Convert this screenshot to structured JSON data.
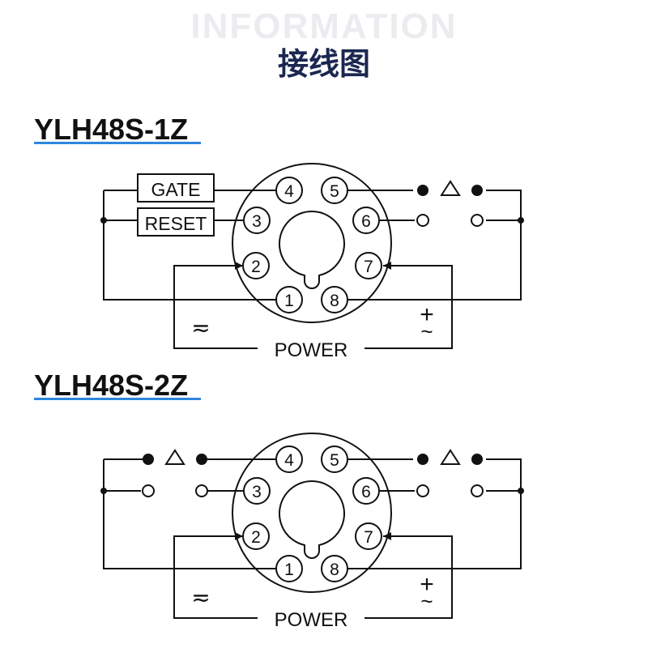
{
  "header": {
    "watermark": "INFORMATION",
    "title": "接线图"
  },
  "diagrams": [
    {
      "model": "YLH48S-1Z",
      "gate_label": "GATE",
      "reset_label": "RESET",
      "power_label": "POWER",
      "neg_symbol": "≂",
      "pos_symbol": "+",
      "pos_sub_symbol": "~",
      "pins": [
        "1",
        "2",
        "3",
        "4",
        "5",
        "6",
        "7",
        "8"
      ]
    },
    {
      "model": "YLH48S-2Z",
      "power_label": "POWER",
      "neg_symbol": "≂",
      "pos_symbol": "+",
      "pos_sub_symbol": "~",
      "pins": [
        "1",
        "2",
        "3",
        "4",
        "5",
        "6",
        "7",
        "8"
      ]
    }
  ]
}
